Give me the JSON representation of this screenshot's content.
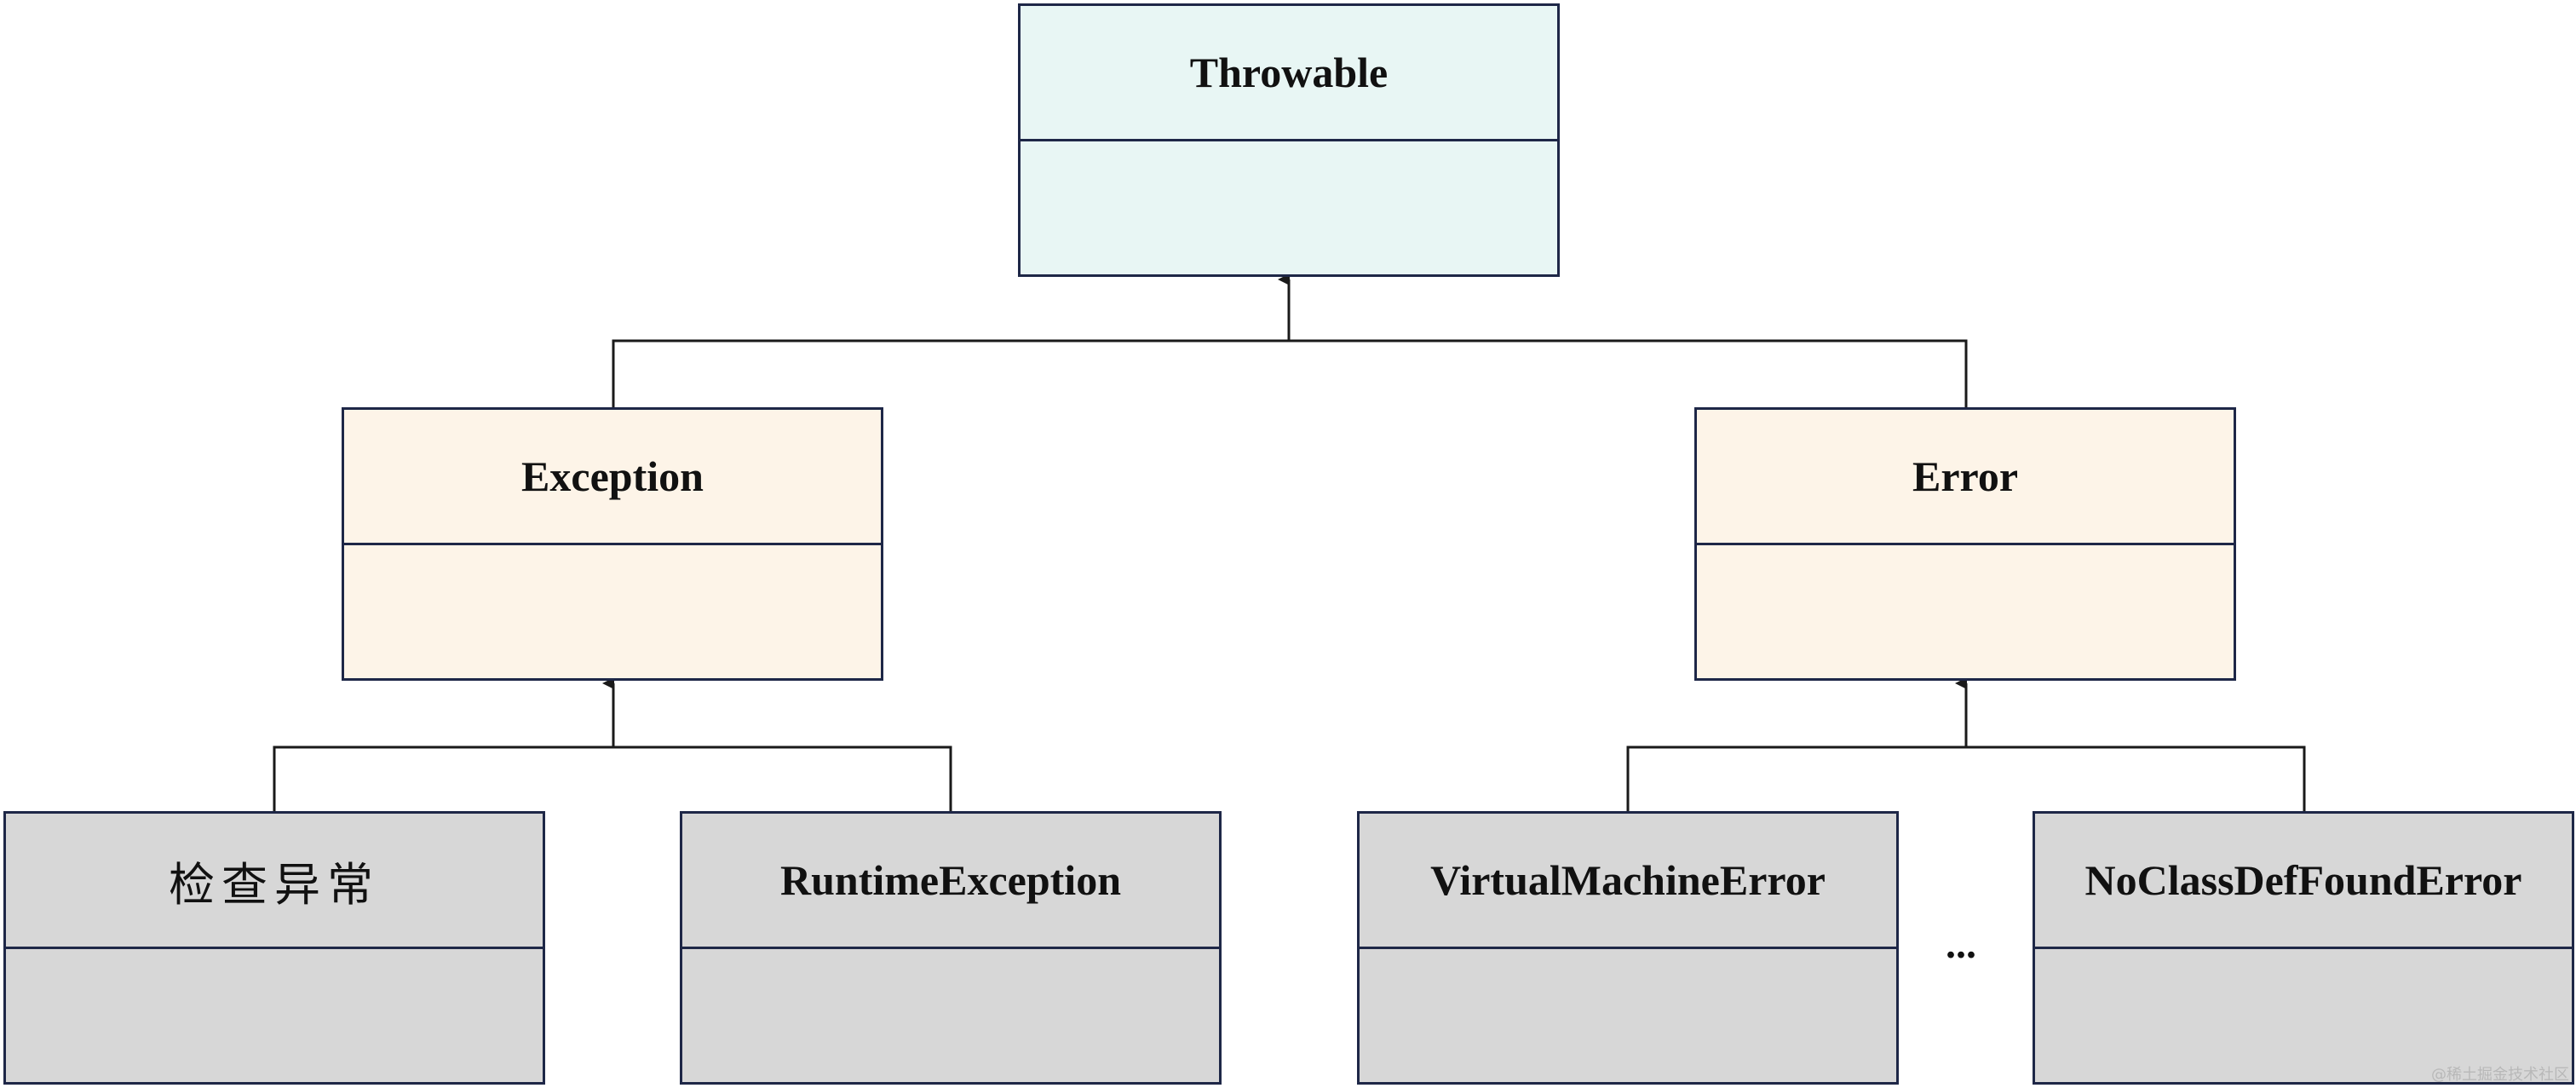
{
  "diagram": {
    "classes": {
      "throwable": {
        "name": "Throwable"
      },
      "exception": {
        "name": "Exception"
      },
      "error": {
        "name": "Error"
      },
      "checked_exception": {
        "name": "检查异常"
      },
      "runtime_exception": {
        "name": "RuntimeException"
      },
      "virtual_machine_error": {
        "name": "VirtualMachineError"
      },
      "no_class_def_found_error": {
        "name": "NoClassDefFoundError"
      }
    },
    "ellipsis": "...",
    "watermark": "@稀土掘金技术社区"
  },
  "colors": {
    "border": "#1e2747",
    "root_fill": "#e8f6f4",
    "mid_fill": "#fdf4e8",
    "leaf_fill": "#d7d7d7",
    "line": "#1a1a1a"
  }
}
